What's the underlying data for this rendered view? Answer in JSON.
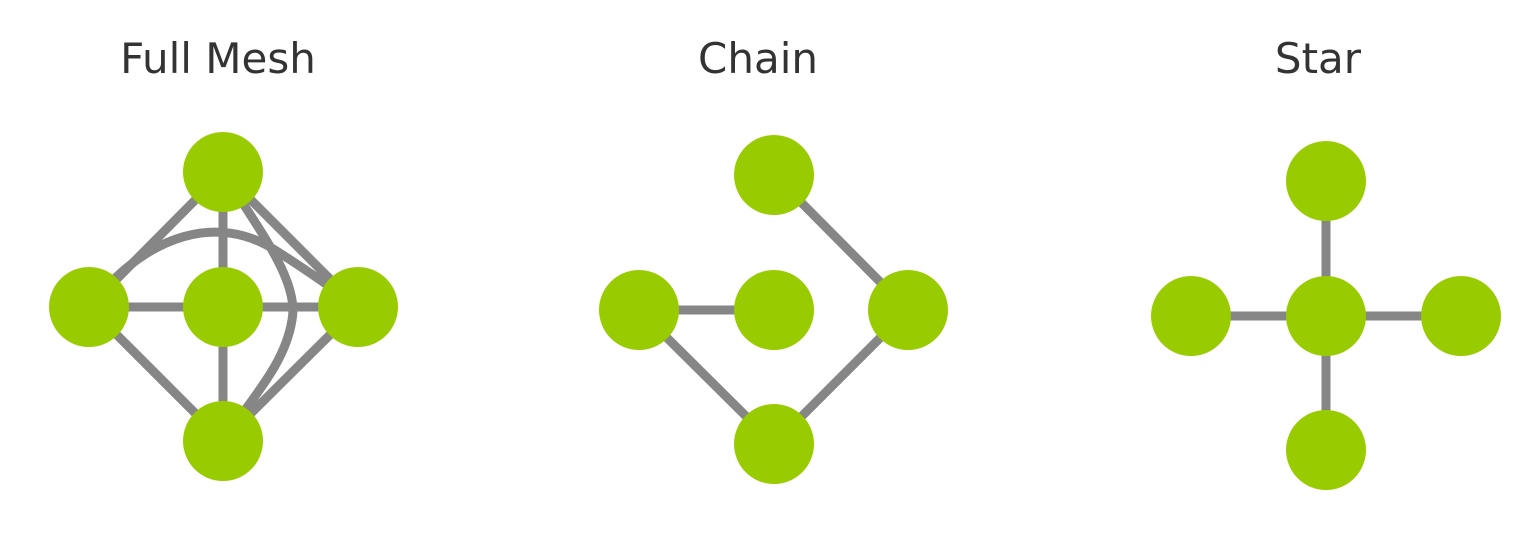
{
  "diagrams": [
    {
      "title": "Full Mesh"
    },
    {
      "title": "Chain"
    },
    {
      "title": "Star"
    }
  ],
  "colors": {
    "node": "#99cc00",
    "edge": "#868686",
    "title_text": "#333333",
    "background": "#ffffff"
  }
}
